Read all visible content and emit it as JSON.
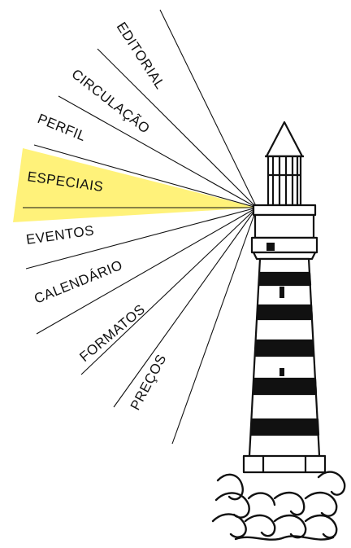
{
  "menu": {
    "selected_index": 3,
    "items": [
      {
        "label": "EDITORIAL"
      },
      {
        "label": "CIRCULAÇÃO"
      },
      {
        "label": "PERFIL"
      },
      {
        "label": "ESPECIAIS"
      },
      {
        "label": "EVENTOS"
      },
      {
        "label": "CALENDÁRIO"
      },
      {
        "label": "FORMATOS"
      },
      {
        "label": "PREÇOS"
      }
    ]
  },
  "colors": {
    "highlight": "#fff27a",
    "ink": "#111111",
    "background": "#ffffff"
  },
  "icons": {
    "lighthouse": "lighthouse-icon",
    "waves": "waves-icon"
  }
}
